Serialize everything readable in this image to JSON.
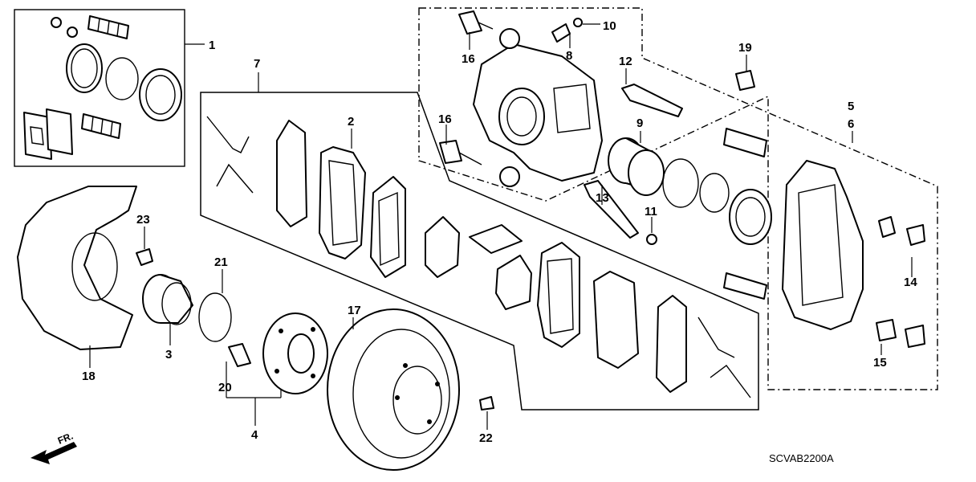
{
  "diagram": {
    "labels": {
      "l1": "1",
      "l2": "2",
      "l3": "3",
      "l4": "4",
      "l5": "5",
      "l6": "6",
      "l7": "7",
      "l8": "8",
      "l9": "9",
      "l10": "10",
      "l11": "11",
      "l12": "12",
      "l13": "13",
      "l14": "14",
      "l15": "15",
      "l16a": "16",
      "l16b": "16",
      "l17": "17",
      "l18": "18",
      "l19": "19",
      "l20": "20",
      "l21": "21",
      "l22": "22",
      "l23": "23"
    },
    "front_arrow_text": "FR.",
    "code": "SCVAB2200A"
  }
}
